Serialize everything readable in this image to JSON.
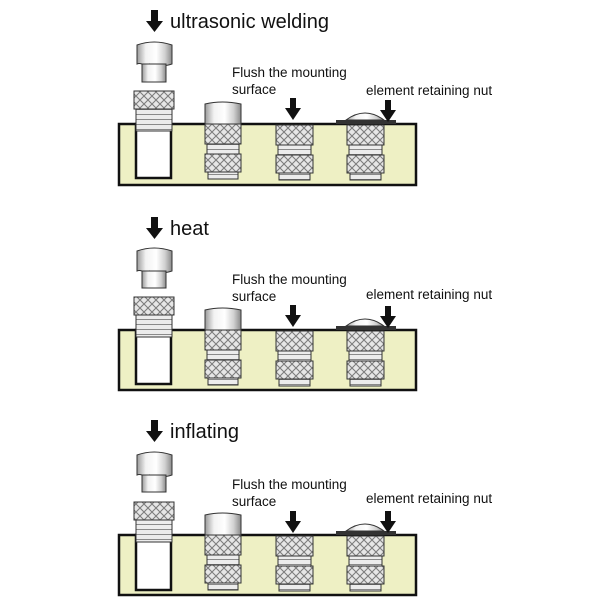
{
  "panels": [
    {
      "title": "ultrasonic welding",
      "flush_line1": "Flush the mounting",
      "flush_line2": "surface",
      "nut_label": "element retaining nut"
    },
    {
      "title": "heat",
      "flush_line1": "Flush the mounting",
      "flush_line2": "surface",
      "nut_label": "element retaining nut"
    },
    {
      "title": "inflating",
      "flush_line1": "Flush the mounting",
      "flush_line2": "surface",
      "nut_label": "element retaining nut"
    }
  ],
  "colors": {
    "substrate": "#eef0c4",
    "outline": "#111111",
    "metal_light": "#f4f4f4",
    "metal_mid": "#c9c9c9",
    "metal_dark": "#8c8c8c"
  },
  "icons": [
    "down-arrow-icon"
  ]
}
